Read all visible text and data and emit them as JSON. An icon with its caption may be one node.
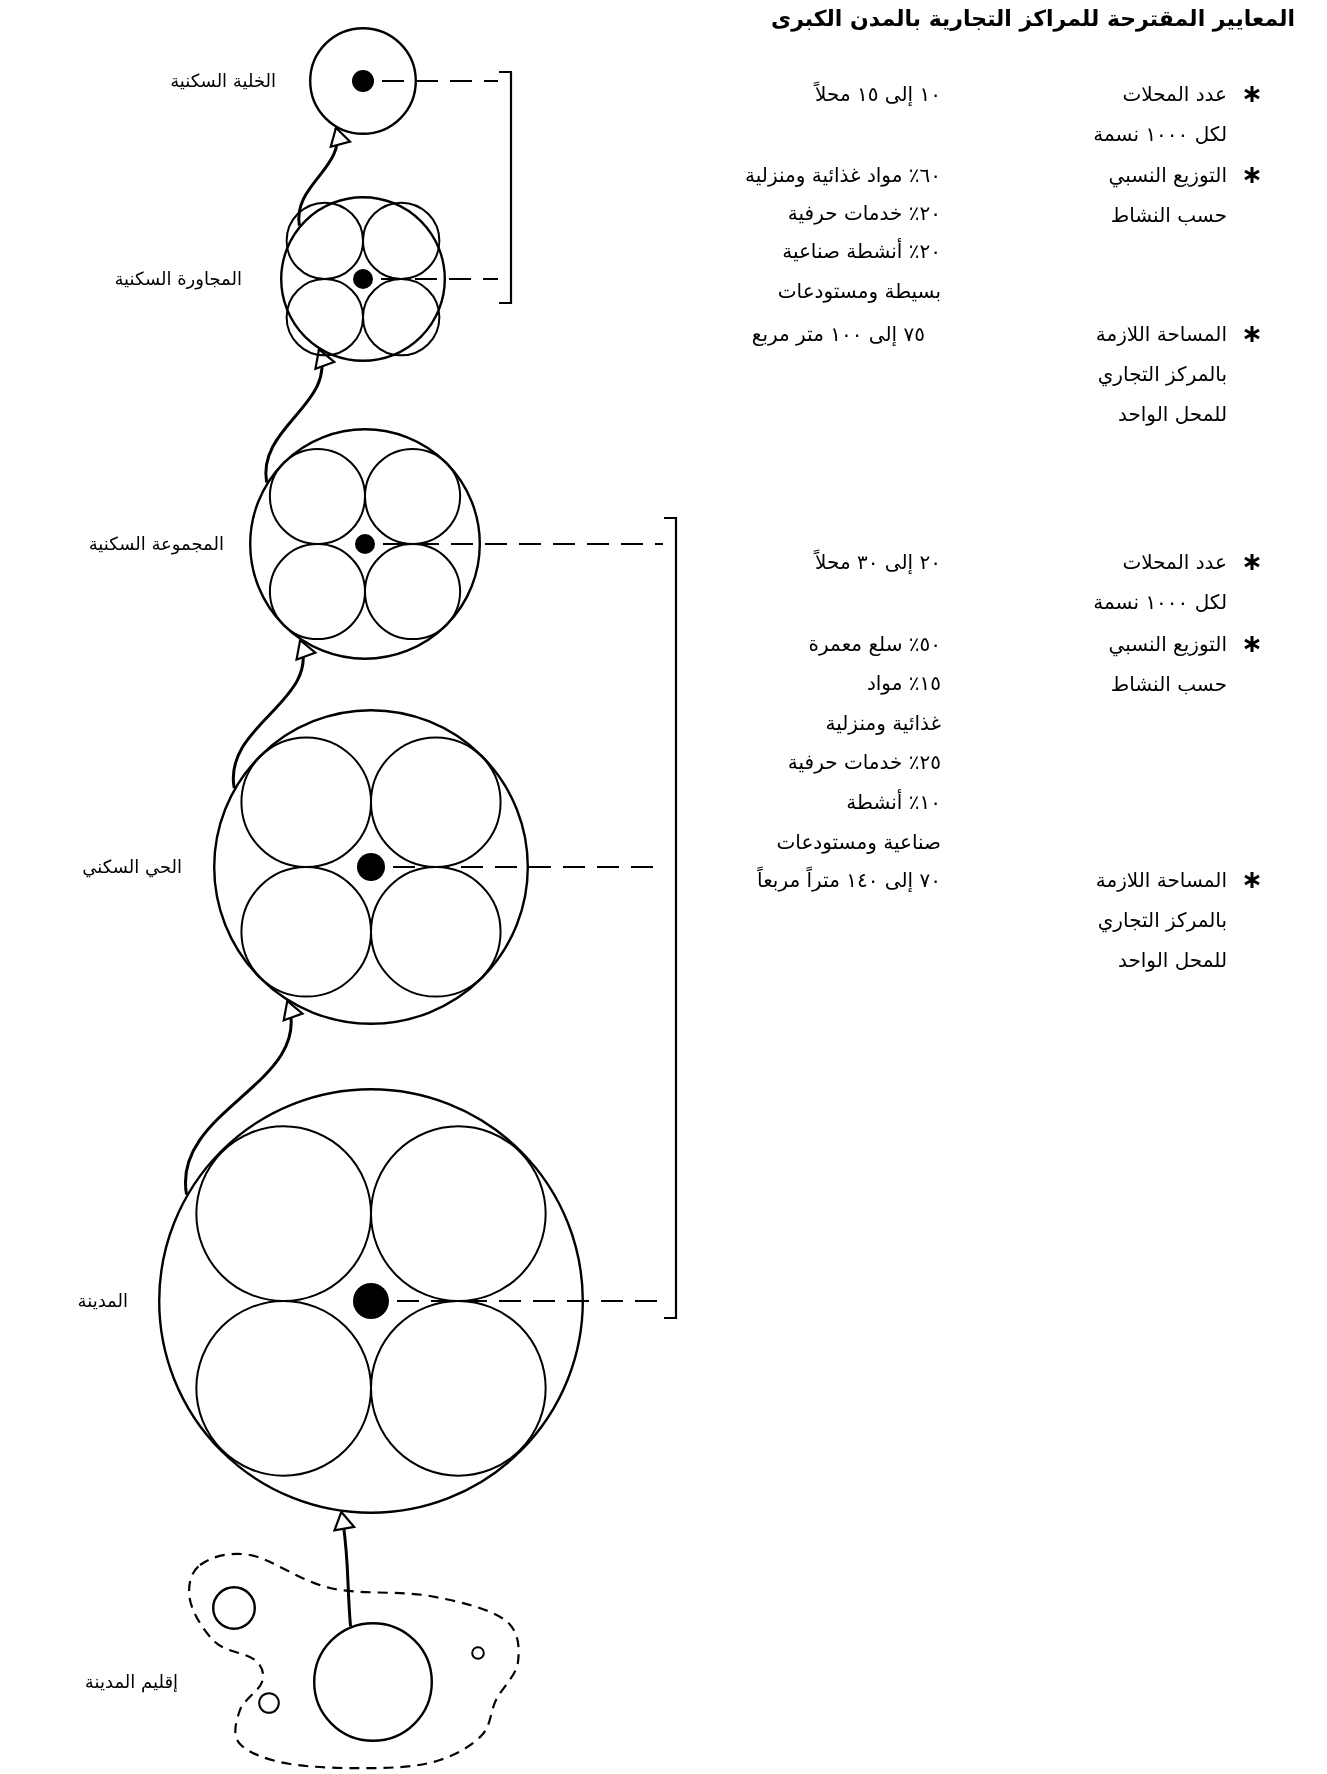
{
  "diagram": {
    "title": "المعايير المقترحة للمراكز التجارية بالمدن الكبرى",
    "nodes": [
      {
        "text": [],
        "shape": "circle",
        "beside": [
          "الخلية السكنية"
        ]
      },
      {
        "text": [],
        "shape": "circle",
        "beside": [
          "المجاورة السكنية"
        ]
      },
      {
        "text": [],
        "shape": "circle",
        "beside": [
          "المجموعة السكنية"
        ]
      },
      {
        "text": [],
        "shape": "circle",
        "beside": [
          "الحي السكني"
        ]
      },
      {
        "text": [],
        "shape": "circle",
        "beside": [
          "المدينة"
        ]
      },
      {
        "text": [],
        "shape": "cloud",
        "beside": [
          "إقليم المدينة"
        ]
      },
      {
        "text": [],
        "shape": "circle",
        "in": 5
      },
      {
        "text": [],
        "shape": "circle",
        "in": 5
      },
      {
        "text": [],
        "shape": "circle",
        "in": 5
      },
      {
        "text": [],
        "shape": "circle",
        "in": 5
      }
    ],
    "edges": [
      {
        "from": 8,
        "to": 4,
        "arrow": "to"
      },
      {
        "from": 4,
        "to": 3,
        "arrow": "to"
      },
      {
        "from": 3,
        "to": 2,
        "arrow": "to"
      },
      {
        "from": 2,
        "to": 1,
        "arrow": "to"
      },
      {
        "from": 1,
        "to": 0,
        "arrow": "to"
      }
    ],
    "labels": [
      "عدد المحلات لكل ١٠٠٠ نسمة",
      "١٠ إلى ١٥ محلاً",
      "التوزيع النسبي حسب النشاط",
      "٦٠٪ مواد غذائية ومنزلية",
      "٢٠٪ خدمات حرفية",
      "٢٠٪ أنشطة صناعية بسيطة ومستودعات",
      "المساحة اللازمة بالمركز التجاري للمحل الواحد",
      "٧٥ إلى ١٠٠ متر مربع",
      "عدد المحلات لكل ١٠٠٠ نسمة",
      "٢٠ إلى ٣٠ محلاً",
      "التوزيع النسبي حسب النشاط",
      "٥٠٪ سلع معمرة",
      "١٥٪ مواد غذائية ومنزلية",
      "٢٥٪ خدمات حرفية",
      "١٠٪ أنشطة صناعية ومستودعات",
      "المساحة اللازمة بالمركز التجاري للمحل الواحد",
      "٧٠ إلى ١٤٠ متراً مربعاً"
    ]
  }
}
